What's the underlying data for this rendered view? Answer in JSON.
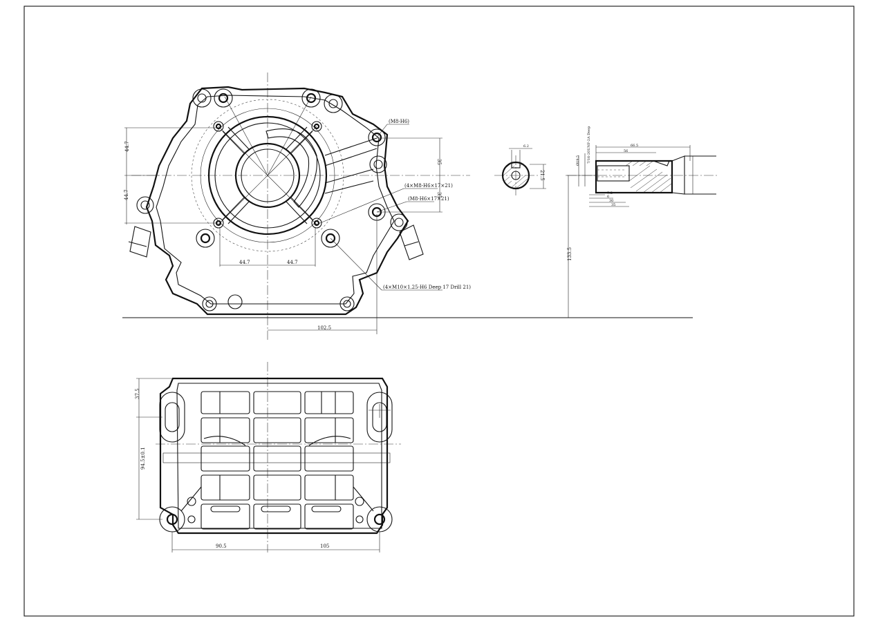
{
  "drawing": {
    "front_view": {
      "dim_vertical_upper": "44.7",
      "dim_vertical_lower": "44.7",
      "dim_horizontal_left": "44.7",
      "dim_horizontal_right": "44.7",
      "dim_right_upper": "35",
      "dim_right_lower": "35",
      "dim_base_offset": "102.5",
      "callout_m8_top": "(M8-H6)",
      "callout_m8_4x": "(4×M8-H6×17×21)",
      "callout_m8_single": "(M8-H6×17×21)",
      "callout_m10": "(4×M10×1.25-H6 Deep 17 Drill 21)"
    },
    "shaft_section": {
      "dim_key_width": "6.2",
      "dim_key_depth": "21.5"
    },
    "side_view": {
      "dim_total_length": "66.5",
      "dim_inner_length": "56",
      "dim_height": "133.5",
      "dim_small_a": "Ø19.5",
      "dim_small_b": "7/16-20UNF-2A Deep",
      "dim_step_1": "7.5",
      "dim_step_2": "6",
      "dim_step_3": "30",
      "dim_step_4": "35"
    },
    "bottom_view": {
      "dim_top_offset": "37.5",
      "dim_slot_spacing": "94.5±0.1",
      "dim_left_width": "90.5",
      "dim_right_width": "105"
    }
  }
}
